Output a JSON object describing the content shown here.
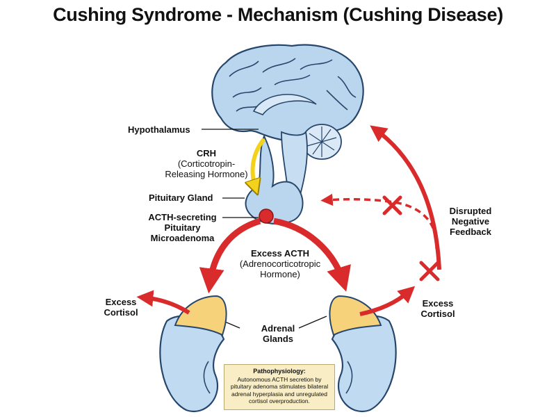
{
  "title": "Cushing Syndrome - Mechanism (Cushing Disease)",
  "labels": {
    "hypothalamus": "Hypothalamus",
    "crh_title": "CRH",
    "crh_line1": "(Corticotropin-",
    "crh_line2": "Releasing Hormone)",
    "pituitary": "Pituitary Gland",
    "adenoma_line1": "ACTH-secreting",
    "adenoma_line2": "Pituitary",
    "adenoma_line3": "Microadenoma",
    "acth_title": "Excess ACTH",
    "acth_line1": "(Adrenocorticotropic",
    "acth_line2": "Hormone)",
    "cortisol_left_1": "Excess",
    "cortisol_left_2": "Cortisol",
    "cortisol_right_1": "Excess",
    "cortisol_right_2": "Cortisol",
    "adrenal_1": "Adrenal",
    "adrenal_2": "Glands",
    "feedback_1": "Disrupted",
    "feedback_2": "Negative",
    "feedback_3": "Feedback"
  },
  "pathophysiology": {
    "heading": "Pathophysiology:",
    "text": "Autonomous ACTH secretion by pituitary adenoma stimulates bilateral adrenal hyperplasia and unregulated cortisol overproduction."
  },
  "colors": {
    "arrow_red": "#d92b2b",
    "crh_yellow": "#f2d21b",
    "brain_blue": "#b9d6ee",
    "outline_navy": "#27466b",
    "adrenal_yellow": "#f6d27a",
    "box_fill": "#f8edc4"
  }
}
